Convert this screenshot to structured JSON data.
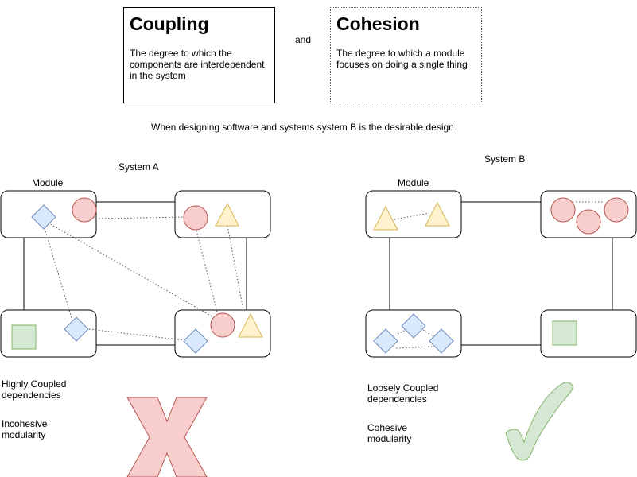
{
  "definitions": {
    "coupling": {
      "title": "Coupling",
      "description": "The degree to which the components are interdependent in the system"
    },
    "connector": "and",
    "cohesion": {
      "title": "Cohesion",
      "description": "The degree to which a module focuses on doing a single thing"
    }
  },
  "statement": "When designing software and systems system B is the desirable design",
  "system_a": {
    "title": "System A",
    "module_label": "Module",
    "notes": [
      "Highly Coupled dependencies",
      "Incohesive modularity"
    ],
    "verdict_icon": "cross-icon"
  },
  "system_b": {
    "title": "System B",
    "module_label": "Module",
    "notes": [
      "Loosely Coupled dependencies",
      "Cohesive modularity"
    ],
    "verdict_icon": "check-icon"
  },
  "colors": {
    "circle_fill": "#f8cecc",
    "circle_stroke": "#b85450",
    "triangle_fill": "#fff2cc",
    "triangle_stroke": "#d6b656",
    "diamond_fill": "#dae8fc",
    "diamond_stroke": "#6c8ebf",
    "square_fill": "#d5e8d4",
    "square_stroke": "#82b366",
    "cross_fill": "#f8cecc",
    "check_fill": "#d5e8d4",
    "check_stroke": "#82b366"
  }
}
